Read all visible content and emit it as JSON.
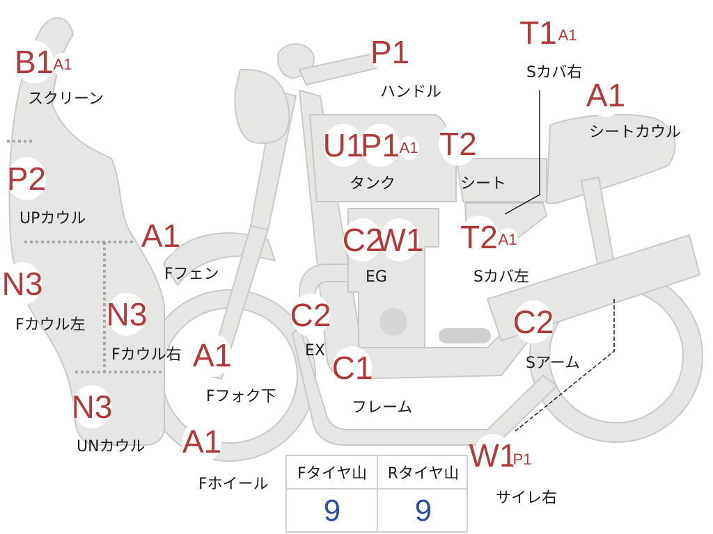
{
  "parts": [
    {
      "id": "screen",
      "label": "スクリーン",
      "grades": [
        {
          "code": "B1",
          "size": "big"
        },
        {
          "code": "A1",
          "size": "small"
        }
      ]
    },
    {
      "id": "up-cowl",
      "label": "UPカウル",
      "grades": [
        {
          "code": "P2",
          "size": "big"
        }
      ]
    },
    {
      "id": "f-cowl-left",
      "label": "Fカウル左",
      "grades": [
        {
          "code": "N3",
          "size": "big"
        }
      ]
    },
    {
      "id": "f-cowl-right",
      "label": "Fカウル右",
      "grades": [
        {
          "code": "N3",
          "size": "big"
        }
      ]
    },
    {
      "id": "un-cowl",
      "label": "UNカウル",
      "grades": [
        {
          "code": "N3",
          "size": "big"
        }
      ]
    },
    {
      "id": "f-fender",
      "label": "Fフェン",
      "grades": [
        {
          "code": "A1",
          "size": "big"
        }
      ]
    },
    {
      "id": "f-fork-lower",
      "label": "Fフォク下",
      "grades": [
        {
          "code": "A1",
          "size": "big"
        }
      ]
    },
    {
      "id": "f-wheel",
      "label": "Fホイール",
      "grades": [
        {
          "code": "A1",
          "size": "big"
        }
      ]
    },
    {
      "id": "handle",
      "label": "ハンドル",
      "grades": [
        {
          "code": "P1",
          "size": "big"
        }
      ]
    },
    {
      "id": "tank",
      "label": "タンク",
      "grades": [
        {
          "code": "U1",
          "size": "big"
        },
        {
          "code": "P1",
          "size": "big"
        },
        {
          "code": "A1",
          "size": "small"
        }
      ]
    },
    {
      "id": "seat",
      "label": "シート",
      "grades": [
        {
          "code": "T2",
          "size": "big"
        }
      ]
    },
    {
      "id": "s-cover-right",
      "label": "Sカバ右",
      "grades": [
        {
          "code": "T1",
          "size": "big"
        },
        {
          "code": "A1",
          "size": "small"
        }
      ]
    },
    {
      "id": "seat-cowl",
      "label": "シートカウル",
      "grades": [
        {
          "code": "A1",
          "size": "big"
        }
      ]
    },
    {
      "id": "engine",
      "label": "EG",
      "grades": [
        {
          "code": "C2",
          "size": "big"
        },
        {
          "code": "W1",
          "size": "big"
        }
      ]
    },
    {
      "id": "s-cover-left",
      "label": "Sカバ左",
      "grades": [
        {
          "code": "T2",
          "size": "big"
        },
        {
          "code": "A1",
          "size": "small"
        }
      ]
    },
    {
      "id": "exhaust",
      "label": "EX",
      "grades": [
        {
          "code": "C2",
          "size": "big"
        }
      ]
    },
    {
      "id": "frame",
      "label": "フレーム",
      "grades": [
        {
          "code": "C1",
          "size": "big"
        }
      ]
    },
    {
      "id": "swing-arm",
      "label": "Sアーム",
      "grades": [
        {
          "code": "C2",
          "size": "big"
        }
      ]
    },
    {
      "id": "silencer-right",
      "label": "サイレ右",
      "grades": [
        {
          "code": "W1",
          "size": "big"
        },
        {
          "code": "P1",
          "size": "small"
        }
      ]
    }
  ],
  "tire_table": {
    "headers": [
      "Fタイヤ山",
      "Rタイヤ山"
    ],
    "values": [
      "9",
      "9"
    ]
  },
  "colors": {
    "body_fill": "#e6e6e4",
    "body_stroke": "#c9c9c7",
    "badge_text": "#b0393b",
    "value_text": "#2e4f9e",
    "dotted_line": "#a8a8a8"
  }
}
